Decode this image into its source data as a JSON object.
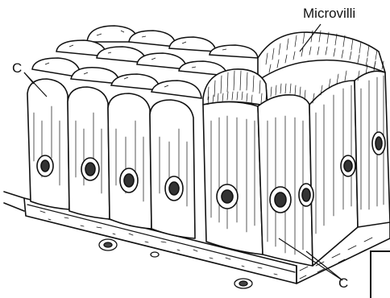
{
  "labels": {
    "microvilli": "Microvilli",
    "c_left": "C",
    "c_right": "C"
  }
}
